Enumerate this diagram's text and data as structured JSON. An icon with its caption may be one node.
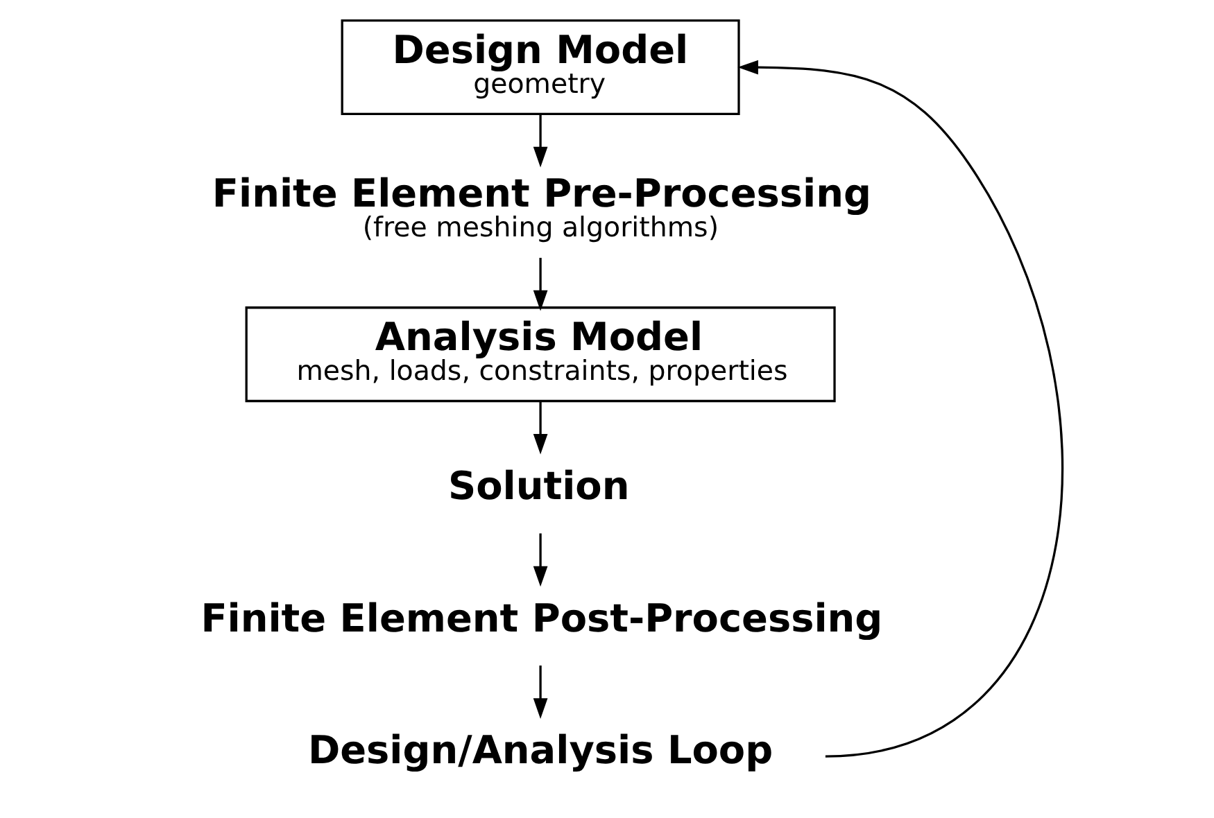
{
  "diagram": {
    "nodes": [
      {
        "text": [
          "Design Model",
          "geometry"
        ]
      },
      {
        "text": [
          "Finite Element Pre-Processing",
          "(free meshing algorithms)"
        ]
      },
      {
        "text": [
          "Analysis Model",
          "mesh, loads, constraints, properties"
        ]
      },
      {
        "text": [
          "Solution"
        ]
      },
      {
        "text": [
          "Finite Element Post-Processing"
        ]
      },
      {
        "text": [
          "Design/Analysis Loop"
        ]
      }
    ],
    "edges": [
      {
        "from": 0,
        "to": 1,
        "arrow": "to"
      },
      {
        "from": 1,
        "to": 2,
        "arrow": "to"
      },
      {
        "from": 2,
        "to": 3,
        "arrow": "to"
      },
      {
        "from": 3,
        "to": 4,
        "arrow": "to"
      },
      {
        "from": 4,
        "to": 5,
        "arrow": "to"
      },
      {
        "from": 5,
        "to": 0,
        "arrow": "to"
      }
    ]
  }
}
